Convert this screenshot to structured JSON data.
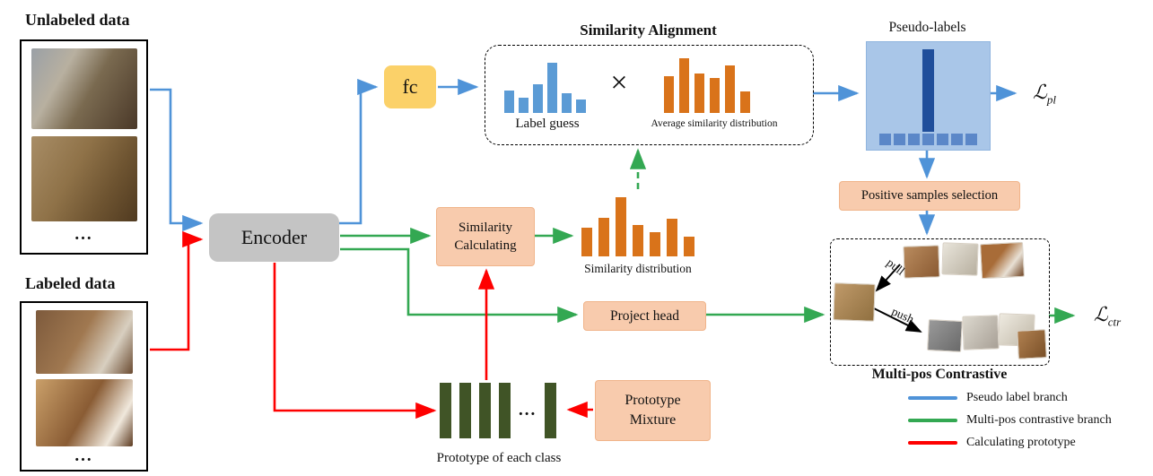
{
  "labels": {
    "unlabeled": "Unlabeled data",
    "labeled": "Labeled data",
    "ellipsis": "...",
    "encoder": "Encoder",
    "fc": "fc",
    "similarity_alignment": "Similarity Alignment",
    "label_guess": "Label guess",
    "multiply": "×",
    "avg_similarity": "Average similarity distribution",
    "pseudo_labels": "Pseudo-labels",
    "loss_symbol": "ℒ",
    "loss_pl_sub": "pl",
    "loss_ctr_sub": "ctr",
    "similarity_calculating_l1": "Similarity",
    "similarity_calculating_l2": "Calculating",
    "similarity_distribution": "Similarity distribution",
    "positive_samples_selection": "Positive samples selection",
    "project_head": "Project head",
    "pull": "pull",
    "push": "push",
    "multi_pos_contrastive": "Multi-pos Contrastive",
    "prototype_caption": "Prototype of each class",
    "prototype_mixture_l1": "Prototype",
    "prototype_mixture_l2": "Mixture"
  },
  "legend": [
    {
      "color": "#4f93d8",
      "label": "Pseudo label branch"
    },
    {
      "color": "#33a852",
      "label": "Multi-pos contrastive branch"
    },
    {
      "color": "#fe0000",
      "label": "Calculating prototype"
    }
  ],
  "charts": {
    "label_guess_bars": [
      40,
      28,
      52,
      90,
      36,
      24
    ],
    "avg_similarity_bars": [
      60,
      90,
      65,
      58,
      78,
      35
    ],
    "similarity_distribution_bars": [
      45,
      60,
      92,
      48,
      38,
      58,
      30
    ],
    "pseudo_bottom_bars": [
      100,
      100,
      100,
      100,
      100,
      100,
      100
    ]
  },
  "colors": {
    "pseudo_branch": "#4f93d8",
    "contrastive_branch": "#33a852",
    "prototype_branch": "#fe0000",
    "peach_box": "#f8cbad",
    "fc_box": "#fbd169",
    "encoder_box": "#c4c4c4",
    "orange_bar": "#d9731a",
    "blue_bar": "#5b9bd5",
    "prototype_bar": "#405426",
    "pseudo_panel": "#a9c6e8",
    "pseudo_tall_bar": "#1f4e9b"
  }
}
